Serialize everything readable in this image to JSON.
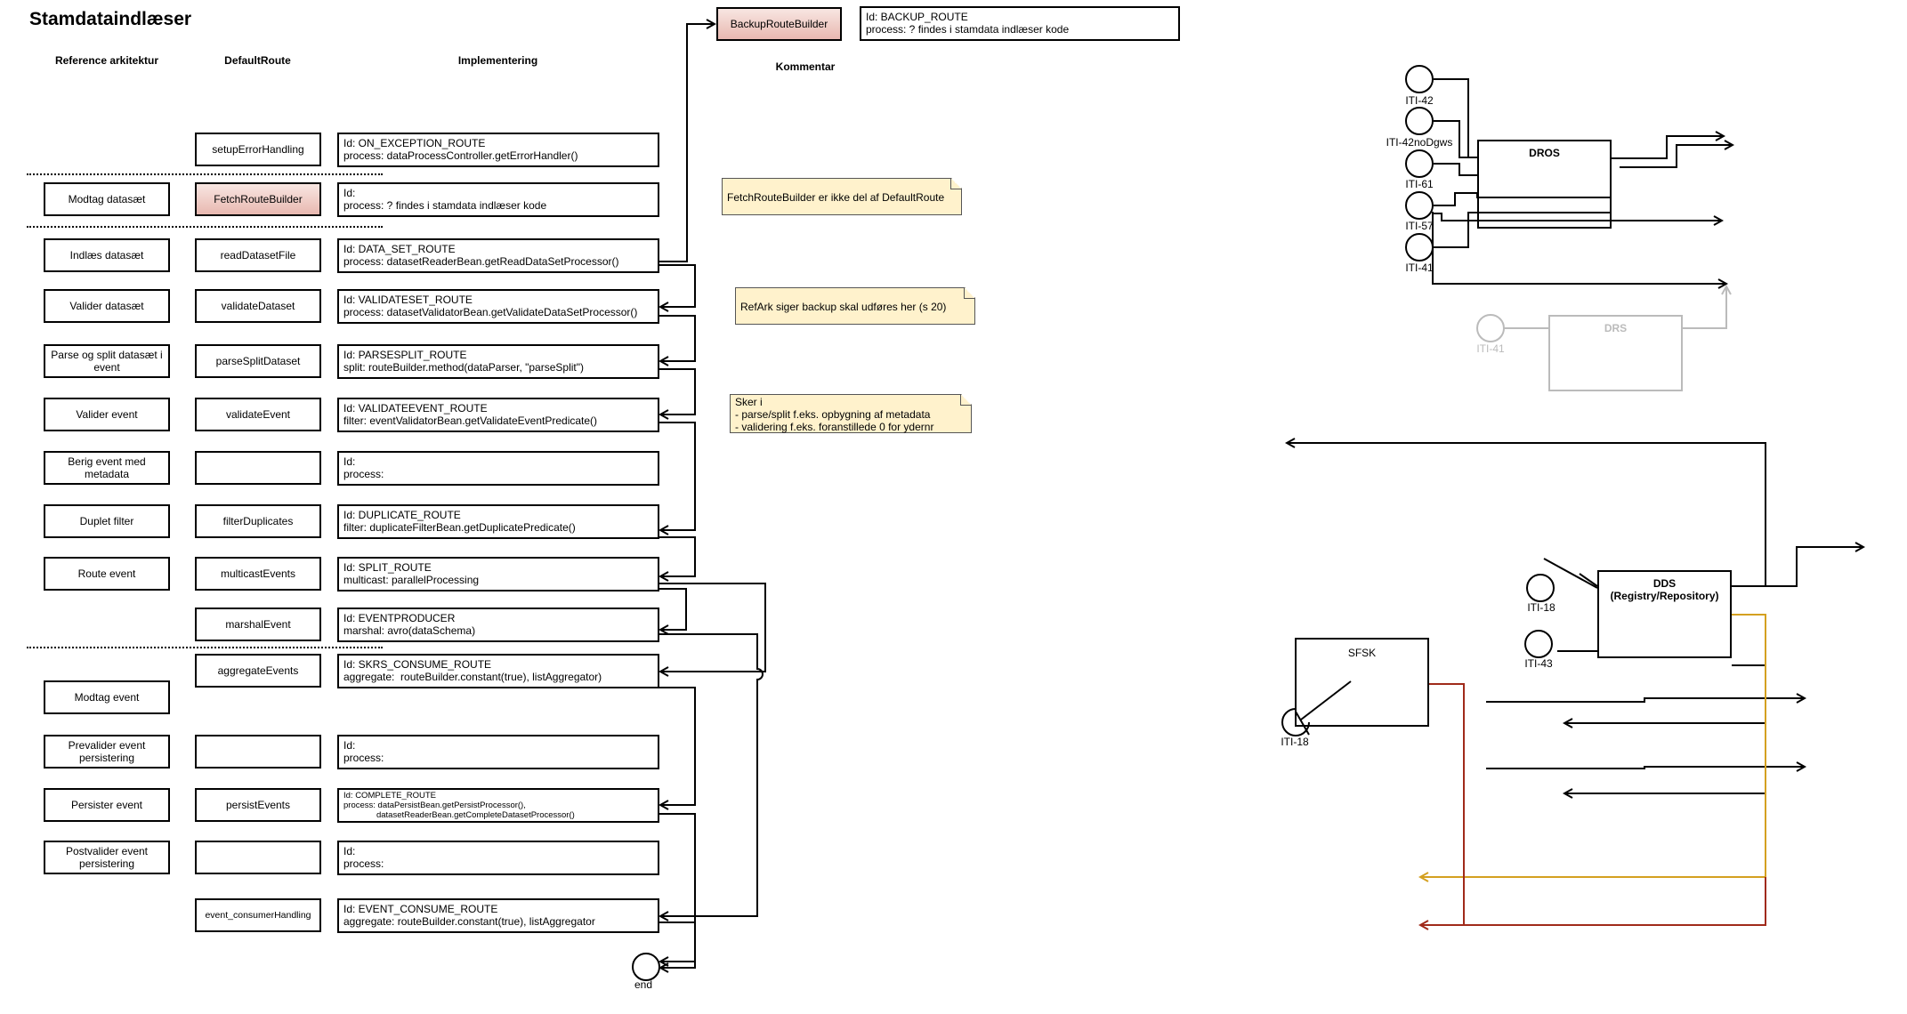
{
  "title": "Stamdataindlæser",
  "headers": {
    "reference": "Reference arkitektur",
    "default_route": "DefaultRoute",
    "implementation": "Implementering",
    "comment": "Kommentar"
  },
  "backup": {
    "builder": "BackupRouteBuilder",
    "impl": "Id: BACKUP_ROUTE\nprocess: ? findes i stamdata indlæser kode"
  },
  "rows": [
    {
      "ref": "",
      "route": "setupErrorHandling",
      "impl": "Id: ON_EXCEPTION_ROUTE\nprocess: dataProcessController.getErrorHandler()"
    },
    {
      "ref": "Modtag datasæt",
      "route": "FetchRouteBuilder",
      "impl": "Id:\nprocess: ? findes i stamdata indlæser kode"
    },
    {
      "ref": "Indlæs datasæt",
      "route": "readDatasetFile",
      "impl": "Id: DATA_SET_ROUTE\nprocess: datasetReaderBean.getReadDataSetProcessor()"
    },
    {
      "ref": "Valider datasæt",
      "route": "validateDataset",
      "impl": "Id: VALIDATESET_ROUTE\nprocess: datasetValidatorBean.getValidateDataSetProcessor()"
    },
    {
      "ref": "Parse og split datasæt i event",
      "route": "parseSplitDataset",
      "impl": "Id: PARSESPLIT_ROUTE\nsplit: routeBuilder.method(dataParser, \"parseSplit\")"
    },
    {
      "ref": "Valider event",
      "route": "validateEvent",
      "impl": "Id: VALIDATEEVENT_ROUTE\nfilter: eventValidatorBean.getValidateEventPredicate()"
    },
    {
      "ref": "Berig event med metadata",
      "route": "",
      "impl": "Id:\nprocess:"
    },
    {
      "ref": "Duplet filter",
      "route": "filterDuplicates",
      "impl": "Id: DUPLICATE_ROUTE\nfilter: duplicateFilterBean.getDuplicatePredicate()"
    },
    {
      "ref": "Route event",
      "route": "multicastEvents",
      "impl": "Id: SPLIT_ROUTE\nmulticast: parallelProcessing"
    },
    {
      "ref": "",
      "route": "marshalEvent",
      "impl": "Id: EVENTPRODUCER\nmarshal: avro(dataSchema)"
    },
    {
      "ref": "Modtag event",
      "route": "aggregateEvents",
      "impl": "Id: SKRS_CONSUME_ROUTE\naggregate:  routeBuilder.constant(true), listAggregator)"
    },
    {
      "ref": "Prevalider event persistering",
      "route": "",
      "impl": "Id:\nprocess:"
    },
    {
      "ref": "Persister event",
      "route": "persistEvents",
      "impl": "Id: COMPLETE_ROUTE\nprocess: dataPersistBean.getPersistProcessor(),\n              datasetReaderBean.getCompleteDatasetProcessor()"
    },
    {
      "ref": "Postvalider event persistering",
      "route": "",
      "impl": "Id:\nprocess:"
    },
    {
      "ref": "",
      "route": "event_consumerHandling",
      "impl": "Id: EVENT_CONSUME_ROUTE\naggregate: routeBuilder.constant(true), listAggregator"
    }
  ],
  "end_label": "end",
  "notes": [
    "FetchRouteBuilder er ikke del af DefaultRoute",
    "RefArk siger backup skal udføres her (s 20)",
    "Sker i\n- parse/split f.eks. opbygning af metadata\n- validering f.eks. foranstillede 0 for ydernr"
  ],
  "right_diagram": {
    "dros": "DROS",
    "drs": "DRS",
    "dds": "DDS\n(Registry/Repository)",
    "sfsk": "SFSK",
    "endpoints": {
      "iti42": "ITI-42",
      "iti42nodgws": "ITI-42noDgws",
      "iti61": "ITI-61",
      "iti57": "ITI-57",
      "iti41": "ITI-41",
      "iti41_drs": "ITI-41",
      "iti18_dds": "ITI-18",
      "iti43": "ITI-43",
      "iti18_sfsk": "ITI-18"
    },
    "colors": {
      "gold": "#d4a020",
      "red": "#a02a1a",
      "gray": "#bbbbbb"
    }
  }
}
